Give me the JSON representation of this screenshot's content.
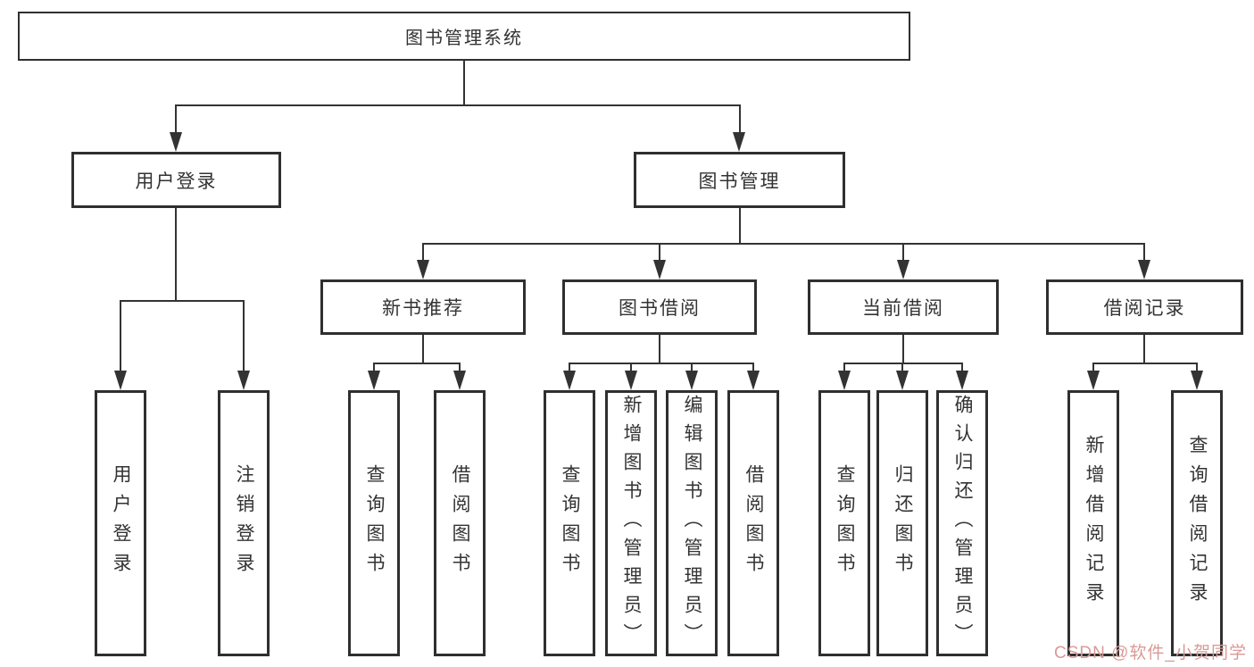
{
  "tree": {
    "root": {
      "label": "图书管理系统"
    },
    "branches": [
      {
        "label": "用户登录",
        "children": [
          {
            "label": "用户登录"
          },
          {
            "label": "注销登录"
          }
        ]
      },
      {
        "label": "图书管理",
        "children": [
          {
            "label": "新书推荐",
            "children": [
              {
                "label": "查询图书"
              },
              {
                "label": "借阅图书"
              }
            ]
          },
          {
            "label": "图书借阅",
            "children": [
              {
                "label": "查询图书"
              },
              {
                "label": "新增图书（管理员）"
              },
              {
                "label": "编辑图书（管理员）"
              },
              {
                "label": "借阅图书"
              }
            ]
          },
          {
            "label": "当前借阅",
            "children": [
              {
                "label": "查询图书"
              },
              {
                "label": "归还图书"
              },
              {
                "label": "确认归还（管理员）"
              }
            ]
          },
          {
            "label": "借阅记录",
            "children": [
              {
                "label": "新增借阅记录"
              },
              {
                "label": "查询借阅记录"
              }
            ]
          }
        ]
      }
    ]
  },
  "colors": {
    "line": "#333333",
    "box_border": "#2f2f2f",
    "watermark": "#d99a97"
  },
  "watermark": {
    "text": "CSDN @软件_小贺同学"
  }
}
